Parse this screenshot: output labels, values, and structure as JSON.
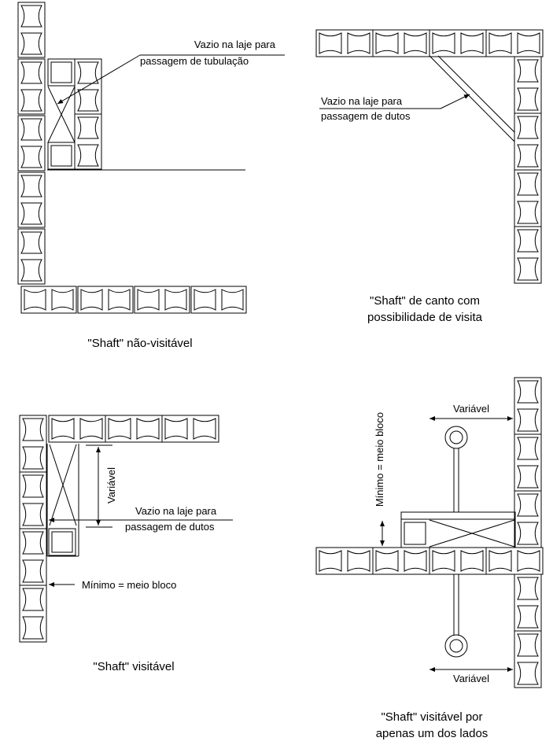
{
  "diagrams": [
    {
      "caption": "\"Shaft\" não-visitável",
      "annotation_line1": "Vazio na laje para",
      "annotation_line2": "passagem de tubulação"
    },
    {
      "caption_line1": "\"Shaft\" de canto com",
      "caption_line2": "possibilidade de visita",
      "annotation_line1": "Vazio na laje para",
      "annotation_line2": "passagem de dutos"
    },
    {
      "caption": "\"Shaft\" visitável",
      "annotation_line1": "Vazio na laje para",
      "annotation_line2": "passagem de dutos",
      "dimension_vertical": "Variável",
      "dimension_minimum": "Mínimo = meio bloco"
    },
    {
      "caption_line1": "\"Shaft\" visitável por",
      "caption_line2": "apenas um dos lados",
      "dimension_top": "Variável",
      "dimension_bottom": "Variável",
      "dimension_minimum": "Mínimo = meio bloco"
    }
  ]
}
